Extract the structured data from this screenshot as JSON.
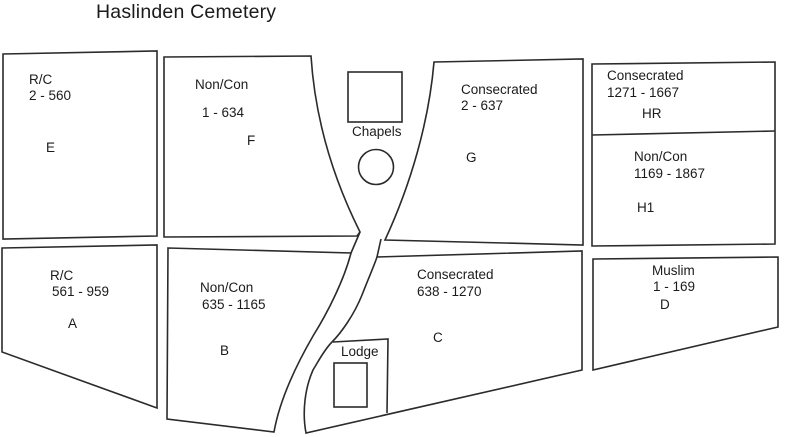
{
  "title": "Haslinden Cemetery",
  "sections": {
    "E": {
      "type": "R/C",
      "range": "2 - 560",
      "letter": "E"
    },
    "F": {
      "type": "Non/Con",
      "range": "1 - 634",
      "letter": "F"
    },
    "G": {
      "type": "Consecrated",
      "range": "2 - 637",
      "letter": "G"
    },
    "HR": {
      "type": "Consecrated",
      "range": "1271 - 1667",
      "letter": "HR"
    },
    "H1": {
      "type": "Non/Con",
      "range": "1169 - 1867",
      "letter": "H1"
    },
    "A": {
      "type": "R/C",
      "range": "561 - 959",
      "letter": "A"
    },
    "B": {
      "type": "Non/Con",
      "range": "635 - 1165",
      "letter": "B"
    },
    "C": {
      "type": "Consecrated",
      "range": "638 - 1270",
      "letter": "C"
    },
    "D": {
      "type": "Muslim",
      "range": "1 - 169",
      "letter": "D"
    }
  },
  "buildings": {
    "chapels": "Chapels",
    "lodge": "Lodge"
  },
  "colors": {
    "outline": "#2b2b2b",
    "text": "#1b1b1b",
    "background": "#ffffff"
  }
}
